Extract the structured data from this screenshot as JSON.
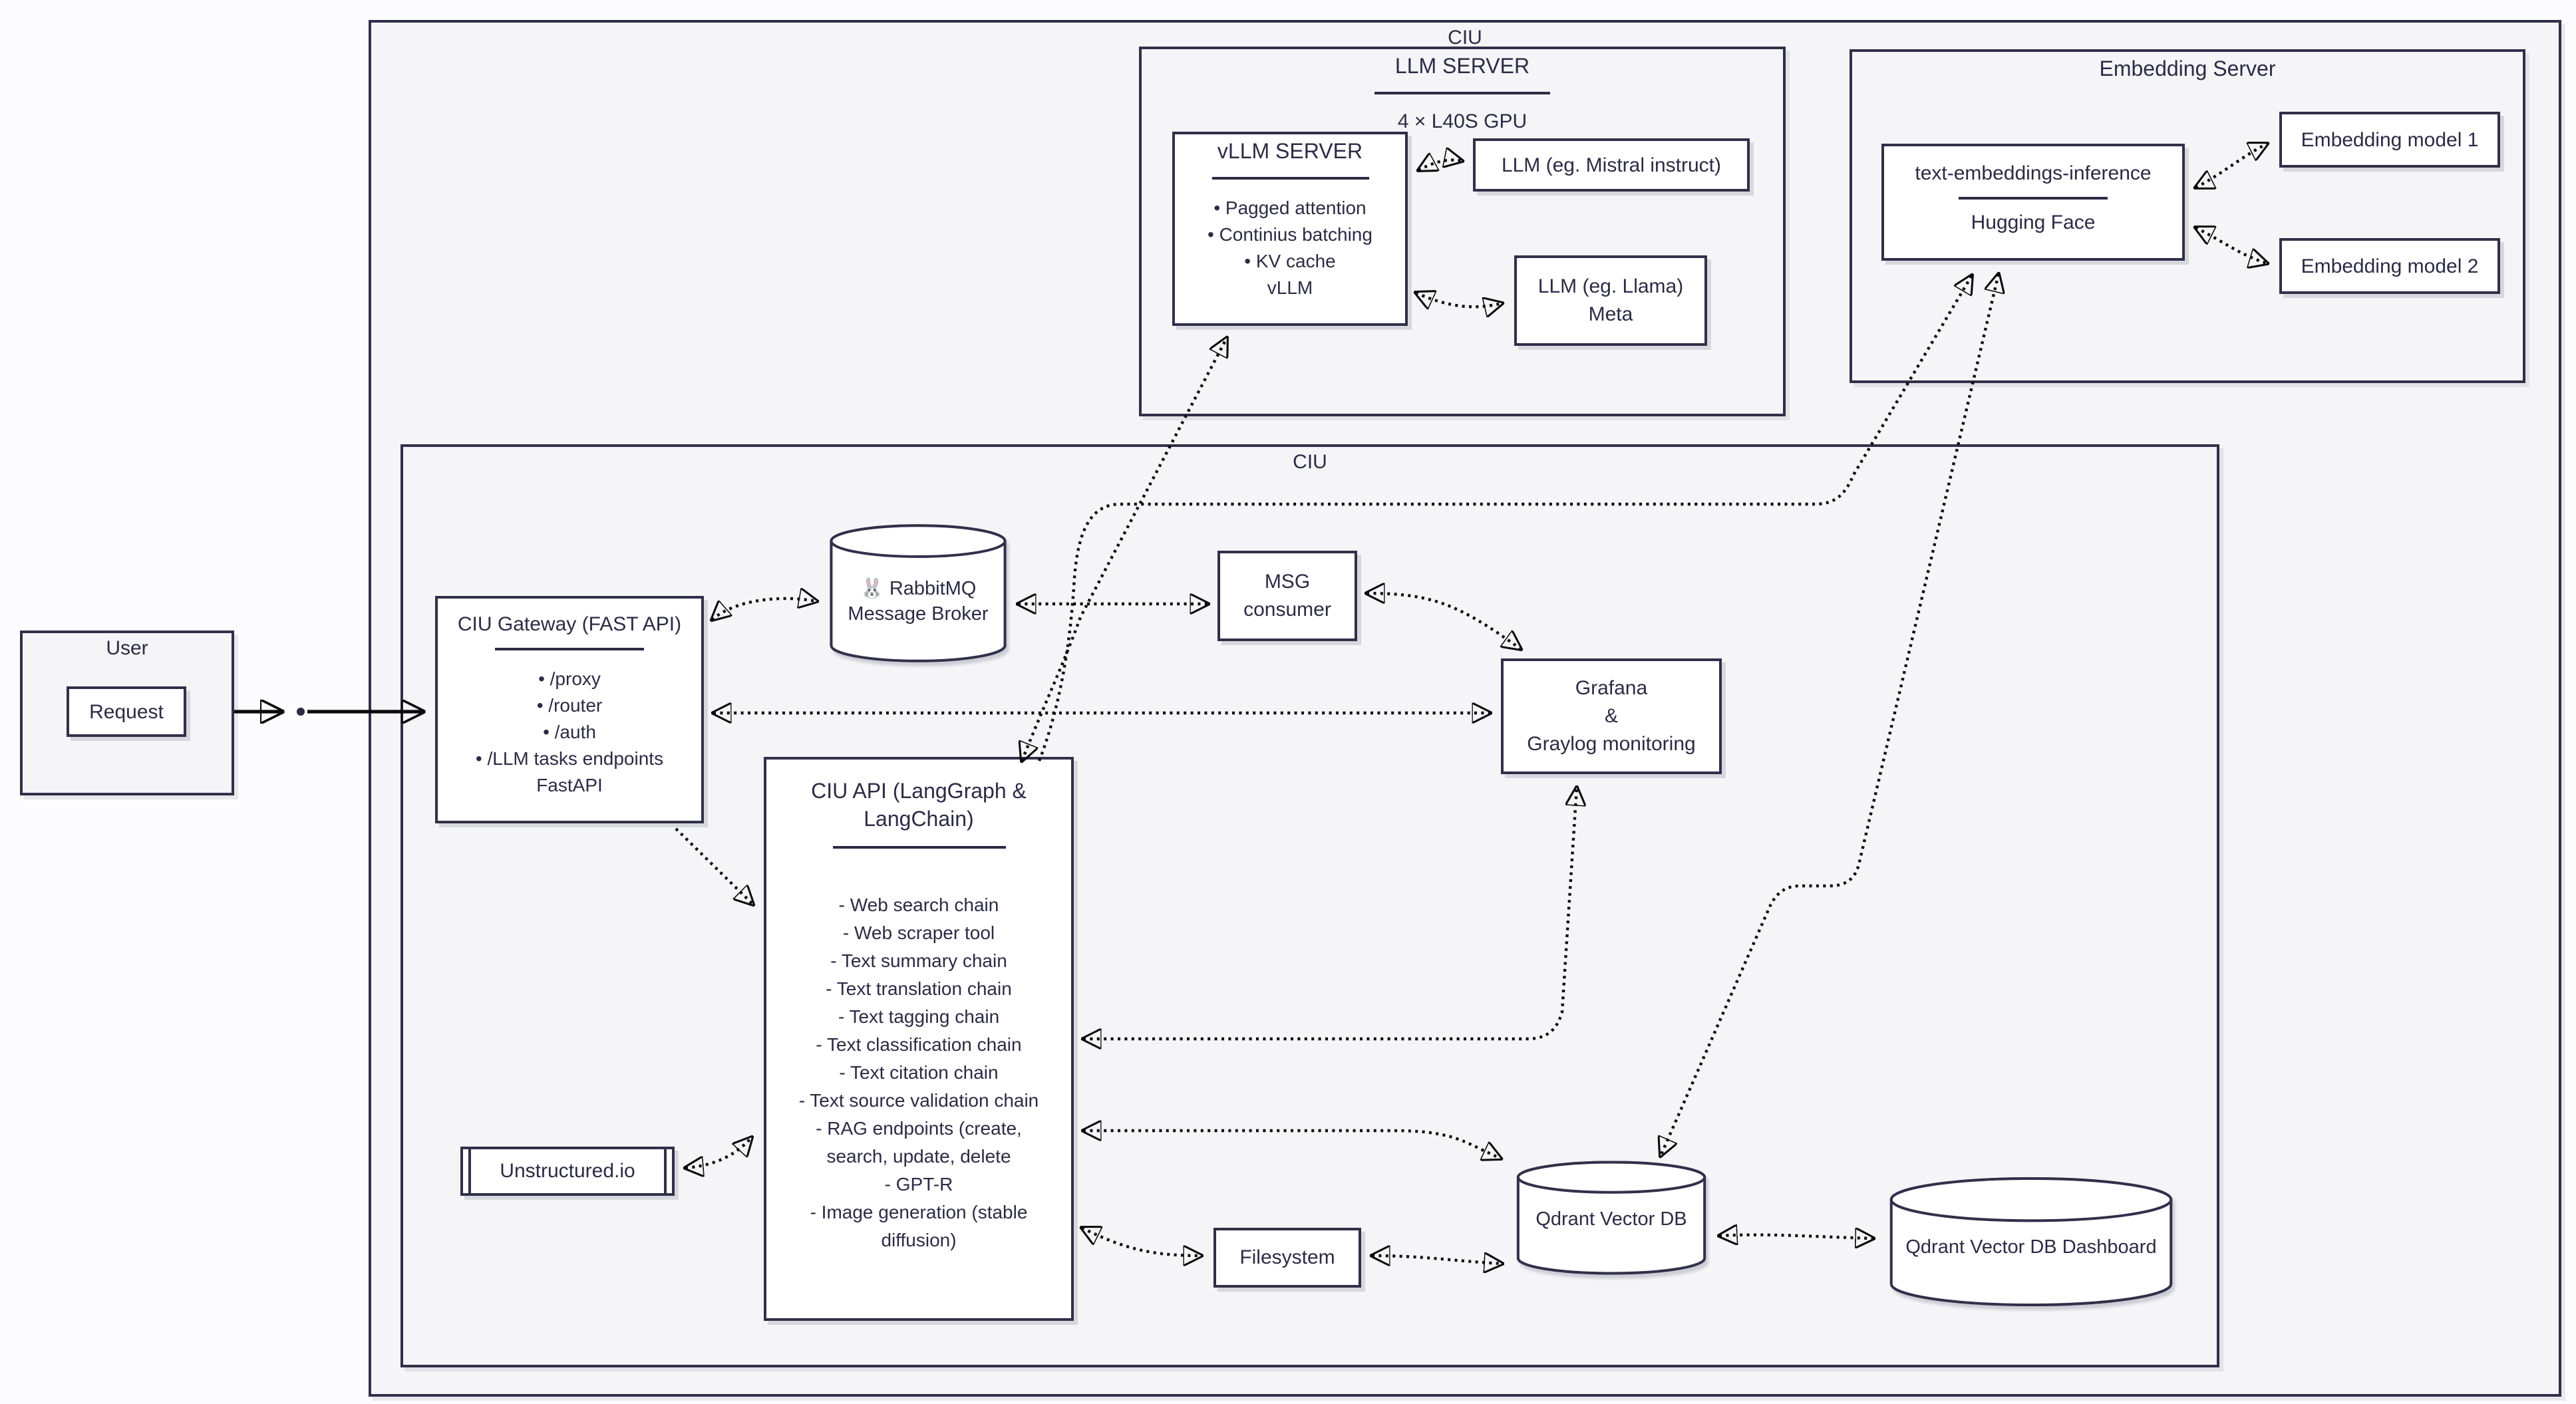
{
  "colors": {
    "border": "#30304a",
    "text": "#2b2b45",
    "arrow": "#0a0a0a",
    "container_bg": "#f5f5f8",
    "node_bg": "#ffffff",
    "page_bg": "#fcfcfe"
  },
  "outer": {
    "label": "CIU"
  },
  "inner": {
    "label": "CIU"
  },
  "llm_server": {
    "title": "LLM SERVER",
    "gpu": "4 × L40S GPU"
  },
  "vllm": {
    "title": "vLLM SERVER",
    "items": [
      "• Pagged attention",
      "• Continius batching",
      "• KV cache",
      "vLLM"
    ]
  },
  "mistral": {
    "label": "LLM (eg. Mistral instruct)"
  },
  "llama": {
    "lines": [
      "LLM (eg. Llama)",
      "Meta"
    ]
  },
  "embedding_server": {
    "title": "Embedding Server"
  },
  "tei": {
    "title": "text-embeddings-inference",
    "subtitle": "Hugging Face"
  },
  "embedding_model_1": {
    "label": "Embedding model 1"
  },
  "embedding_model_2": {
    "label": "Embedding model 2"
  },
  "user": {
    "title": "User",
    "request": "Request"
  },
  "gateway": {
    "title": "CIU Gateway (FAST API)",
    "items": [
      "• /proxy",
      "• /router",
      "• /auth",
      "• /LLM tasks endpoints",
      "FastAPI"
    ]
  },
  "rabbitmq": {
    "icon": "🐰",
    "name": "RabbitMQ",
    "subtitle": "Message Broker"
  },
  "msg_consumer": {
    "lines": [
      "MSG",
      "consumer"
    ]
  },
  "grafana": {
    "lines": [
      "Grafana",
      "&",
      "Graylog monitoring"
    ]
  },
  "ciu_api": {
    "title": "CIU API (LangGraph & LangChain)",
    "items": [
      "- Web search chain",
      "- Web scraper tool",
      "- Text summary chain",
      "- Text translation chain",
      "- Text tagging chain",
      "- Text classification chain",
      "- Text citation chain",
      "- Text source validation chain",
      "- RAG endpoints (create,",
      "search, update, delete",
      "- GPT-R",
      "- Image generation (stable",
      "diffusion)"
    ]
  },
  "unstructured": {
    "label": "Unstructured.io"
  },
  "filesystem": {
    "label": "Filesystem"
  },
  "qdrant": {
    "label": "Qdrant Vector DB"
  },
  "qdrant_dashboard": {
    "label": "Qdrant Vector DB Dashboard"
  }
}
